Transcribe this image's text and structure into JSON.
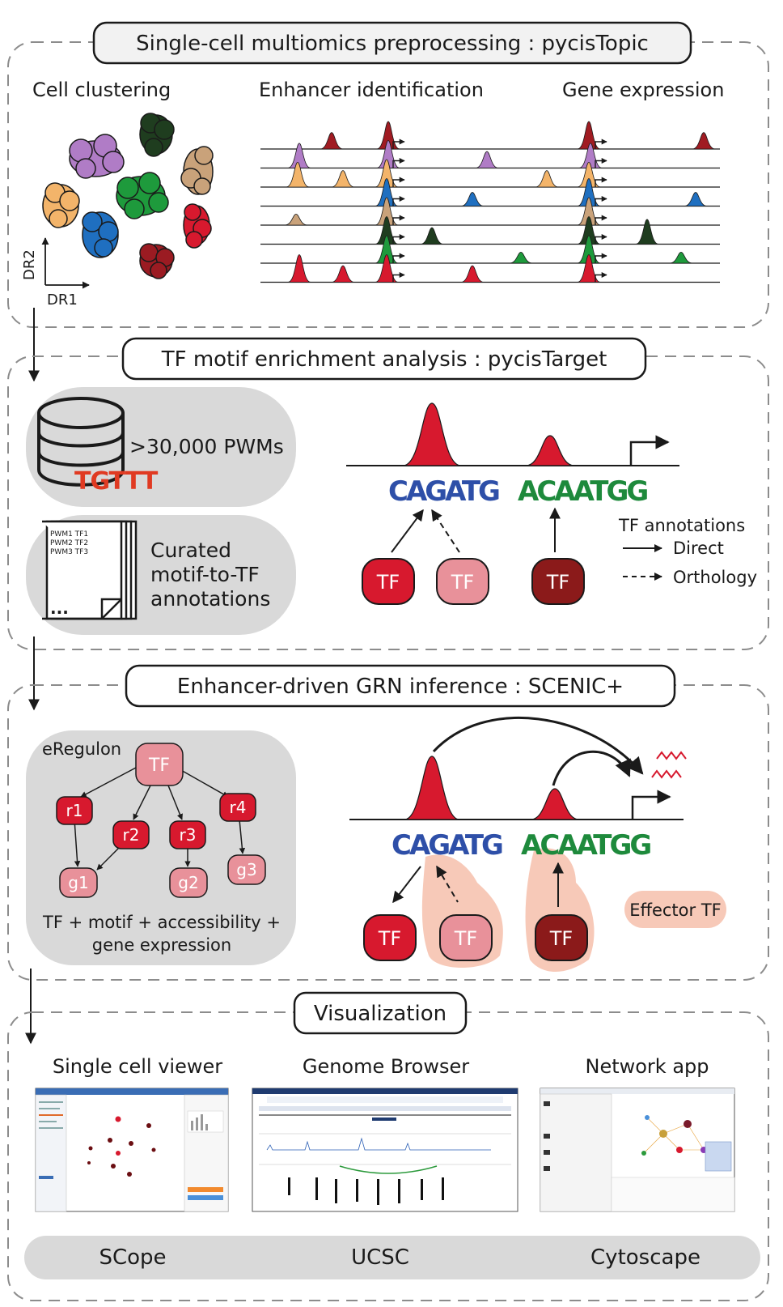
{
  "sections": [
    {
      "title": "Single-cell multiomics preprocessing : pycisTopic",
      "panels": {
        "clustering": "Cell clustering",
        "enhancers": "Enhancer identification",
        "expression": "Gene expression"
      },
      "axes": {
        "x": "DR1",
        "y": "DR2"
      }
    },
    {
      "title": "TF motif enrichment analysis : pycisTarget",
      "database_label": ">30,000 PWMs",
      "database_logo": "TGTTT",
      "curated_label": [
        "Curated",
        "motif-to-TF",
        "annotations"
      ],
      "doc_lines": [
        "PWM1  TF1",
        "PWM2  TF2",
        "PWM3  TF3"
      ],
      "doc_ellipsis": "...",
      "motifs": [
        "CAGATG",
        "ACAATGG"
      ],
      "tf_node_label": "TF",
      "annotations_title": "TF annotations",
      "annotations": [
        "Direct",
        "Orthology"
      ]
    },
    {
      "title": "Enhancer-driven GRN inference : SCENIC+",
      "eregulon_label": "eRegulon",
      "root": "TF",
      "regions": [
        "r1",
        "r2",
        "r3",
        "r4"
      ],
      "genes": [
        "g1",
        "g2",
        "g3"
      ],
      "caption": [
        "TF + motif + accessibility +",
        "gene expression"
      ],
      "effector_label": "Effector TF",
      "motifs": [
        "CAGATG",
        "ACAATGG"
      ],
      "tf_node_label": "TF"
    },
    {
      "title": "Visualization",
      "tools": [
        {
          "heading": "Single cell viewer",
          "name": "SCope"
        },
        {
          "heading": "Genome Browser",
          "name": "UCSC"
        },
        {
          "heading": "Network app",
          "name": "Cytoscape"
        }
      ]
    }
  ],
  "colors": {
    "red": "#c8102e",
    "pink": "#e8919a",
    "darkred": "#8b1a1a",
    "panel_gray": "#d9d9d9",
    "effector_bg": "#f7c9b8"
  }
}
